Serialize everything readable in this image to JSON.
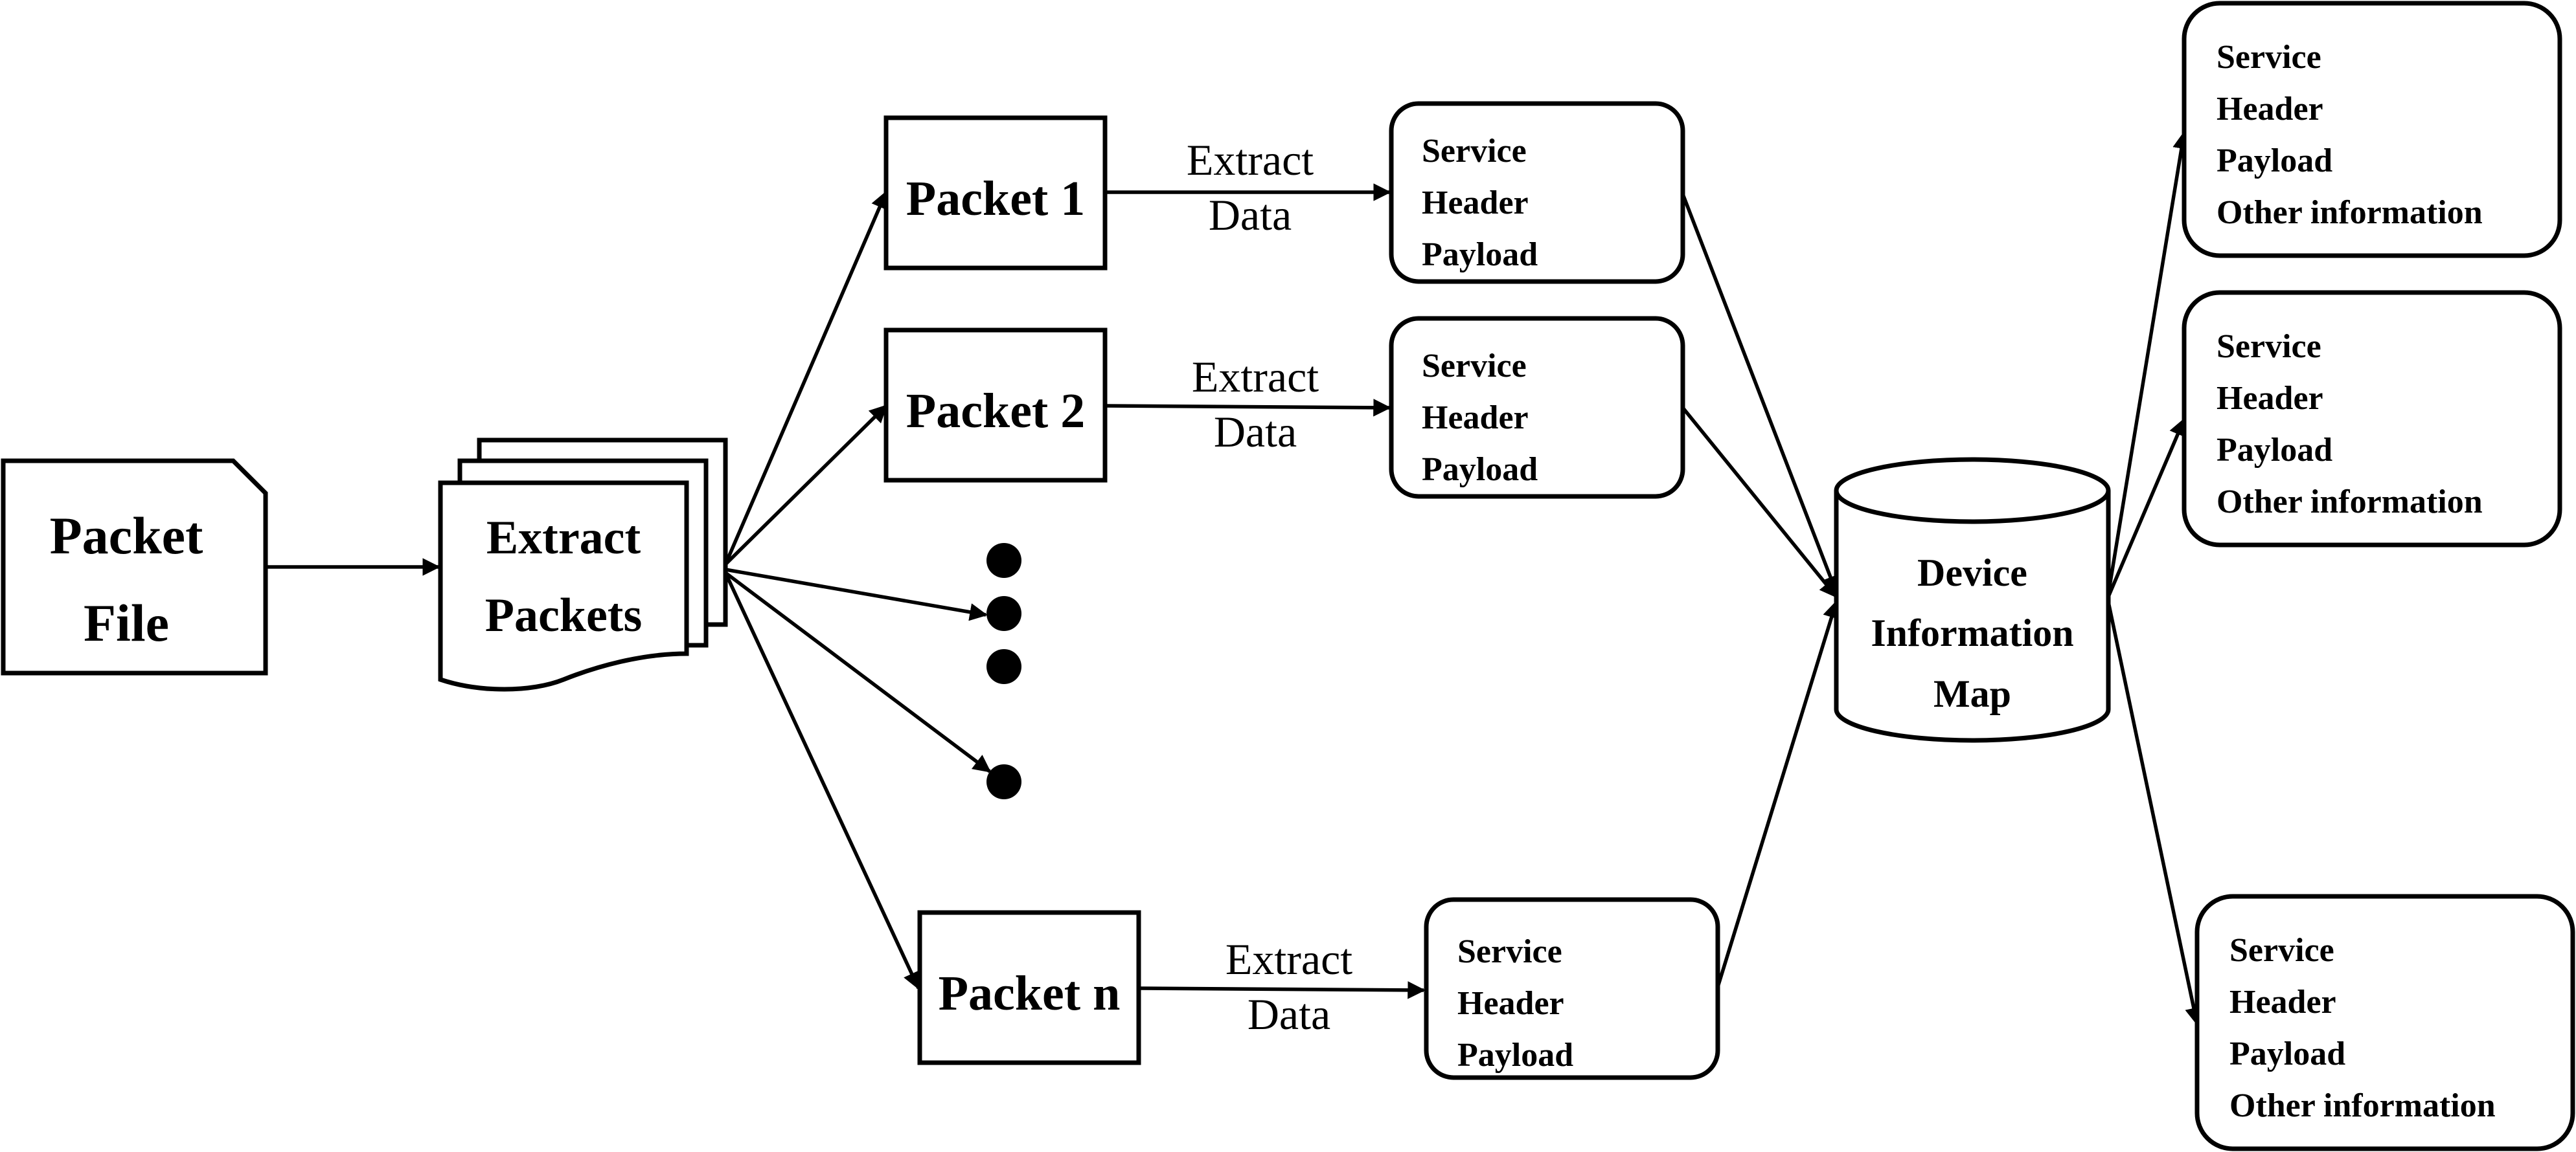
{
  "packet_file": {
    "line1": "Packet",
    "line2": "File"
  },
  "extract_packets": {
    "line1": "Extract",
    "line2": "Packets"
  },
  "packets": [
    {
      "label": "Packet 1"
    },
    {
      "label": "Packet 2"
    },
    {
      "label": "Packet n"
    }
  ],
  "extract_data": [
    {
      "line1": "Extract",
      "line2": "Data"
    },
    {
      "line1": "Extract",
      "line2": "Data"
    },
    {
      "line1": "Extract",
      "line2": "Data"
    }
  ],
  "data_boxes": [
    {
      "lines": [
        "Service",
        "Header",
        "Payload"
      ]
    },
    {
      "lines": [
        "Service",
        "Header",
        "Payload"
      ]
    },
    {
      "lines": [
        "Service",
        "Header",
        "Payload"
      ]
    }
  ],
  "device_map": {
    "line1": "Device",
    "line2": "Information",
    "line3": "Map"
  },
  "output_boxes": [
    {
      "lines": [
        "Service",
        "Header",
        "Payload",
        "Other information"
      ]
    },
    {
      "lines": [
        "Service",
        "Header",
        "Payload",
        "Other information"
      ]
    },
    {
      "lines": [
        "Service",
        "Header",
        "Payload",
        "Other information"
      ]
    }
  ]
}
